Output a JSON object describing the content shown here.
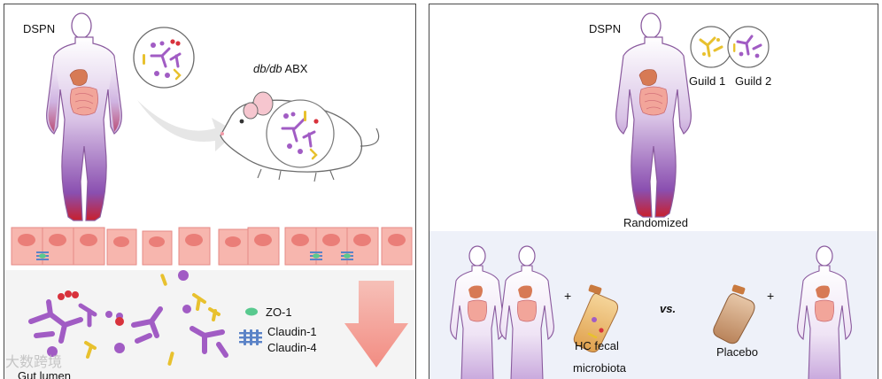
{
  "left_panel": {
    "dspn_label": "DSPN",
    "mouse_label_italic": "db/db",
    "mouse_label_rest": " ABX",
    "legend": {
      "zo1": "ZO-1",
      "claudin1": "Claudin-1",
      "claudin4": "Claudin-4"
    },
    "gut_lumen_label": "Gut lumen"
  },
  "right_panel": {
    "dspn_label": "DSPN",
    "guild1_label": "Guild 1",
    "guild2_label": "Guild 2",
    "randomized_label": "Randomized",
    "plus1": "+",
    "hc_line1": "HC fecal",
    "hc_line2": "microbiota",
    "vs_label": "vs.",
    "placebo_label": "Placebo",
    "plus2": "+"
  },
  "watermark": "大数跨境",
  "colors": {
    "purple": "#a15cc4",
    "yellow": "#e8c12e",
    "red": "#d8323c",
    "cell_pink": "#f7b6ae",
    "nucleus": "#ea7e78",
    "zo1_green": "#58c98e",
    "claudin_blue": "#5b83c7",
    "arrow_pink": "#f3a39b",
    "body_outline": "#8a5a9e"
  }
}
